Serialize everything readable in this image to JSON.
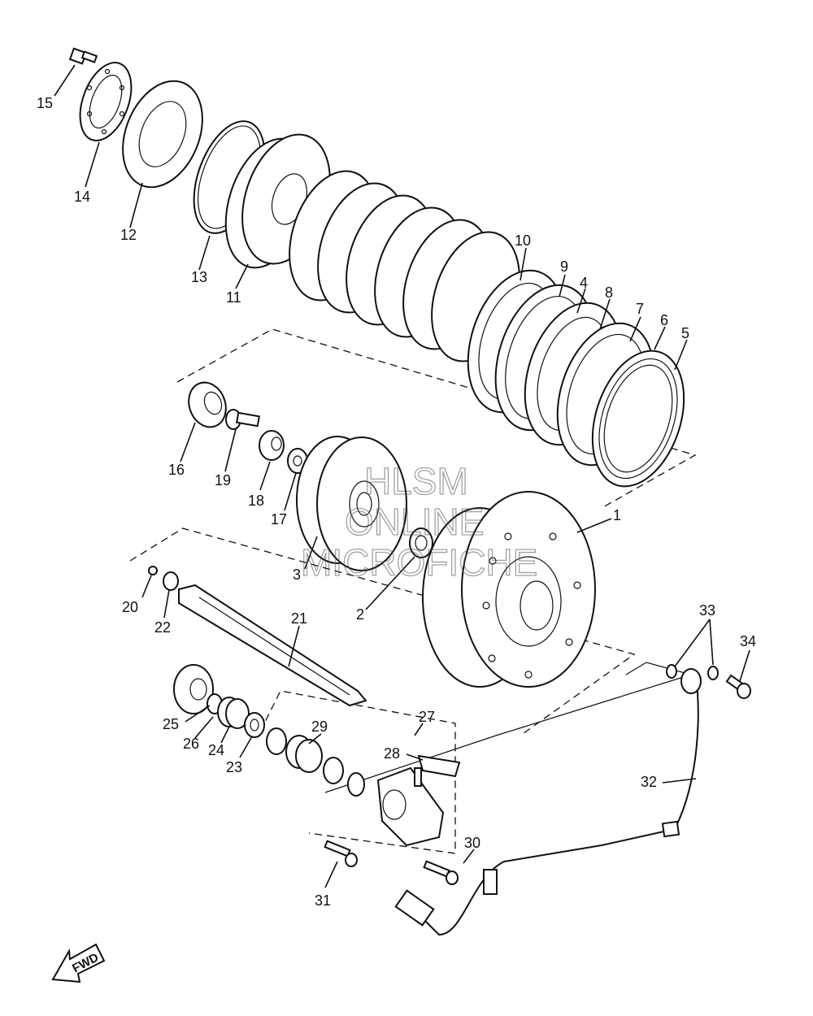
{
  "watermark": {
    "line1": "HLSM",
    "line2": "ONLINE",
    "line3": "MICROFICHE"
  },
  "fwd_label": "FWD",
  "callouts": [
    "1",
    "2",
    "3",
    "4",
    "5",
    "6",
    "7",
    "8",
    "9",
    "10",
    "11",
    "12",
    "13",
    "14",
    "15",
    "16",
    "17",
    "18",
    "19",
    "20",
    "21",
    "22",
    "23",
    "24",
    "25",
    "26",
    "27",
    "28",
    "29",
    "30",
    "31",
    "32",
    "33",
    "34"
  ]
}
